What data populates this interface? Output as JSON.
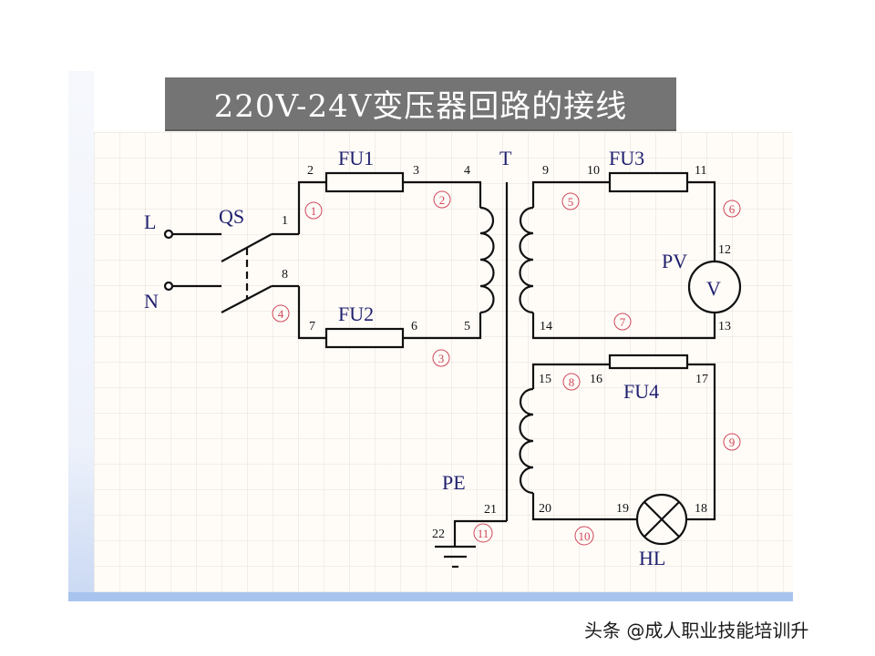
{
  "title": "220V-24V变压器回路的接线",
  "watermark": "头条 @成人职业技能培训升",
  "colors": {
    "title_bg": "#747474",
    "component_label": "#1f1f6e",
    "node_marker": "#d0475a",
    "wire": "#111111"
  },
  "components": {
    "L": "L",
    "N": "N",
    "QS": "QS",
    "FU1": "FU1",
    "FU2": "FU2",
    "FU3": "FU3",
    "FU4": "FU4",
    "T": "T",
    "PV": "PV",
    "PV_symbol": "V",
    "HL": "HL",
    "PE": "PE"
  },
  "terminals": {
    "t1": "1",
    "t2": "2",
    "t3": "3",
    "t4": "4",
    "t5": "5",
    "t6": "6",
    "t7": "7",
    "t8": "8",
    "t9": "9",
    "t10": "10",
    "t11": "11",
    "t12": "12",
    "t13": "13",
    "t14": "14",
    "t15": "15",
    "t16": "16",
    "t17": "17",
    "t18": "18",
    "t19": "19",
    "t20": "20",
    "t21": "21",
    "t22": "22"
  },
  "nodes": {
    "n1": "1",
    "n2": "2",
    "n3": "3",
    "n4": "4",
    "n5": "5",
    "n6": "6",
    "n7": "7",
    "n8": "8",
    "n9": "9",
    "n10": "10",
    "n11": "11"
  }
}
